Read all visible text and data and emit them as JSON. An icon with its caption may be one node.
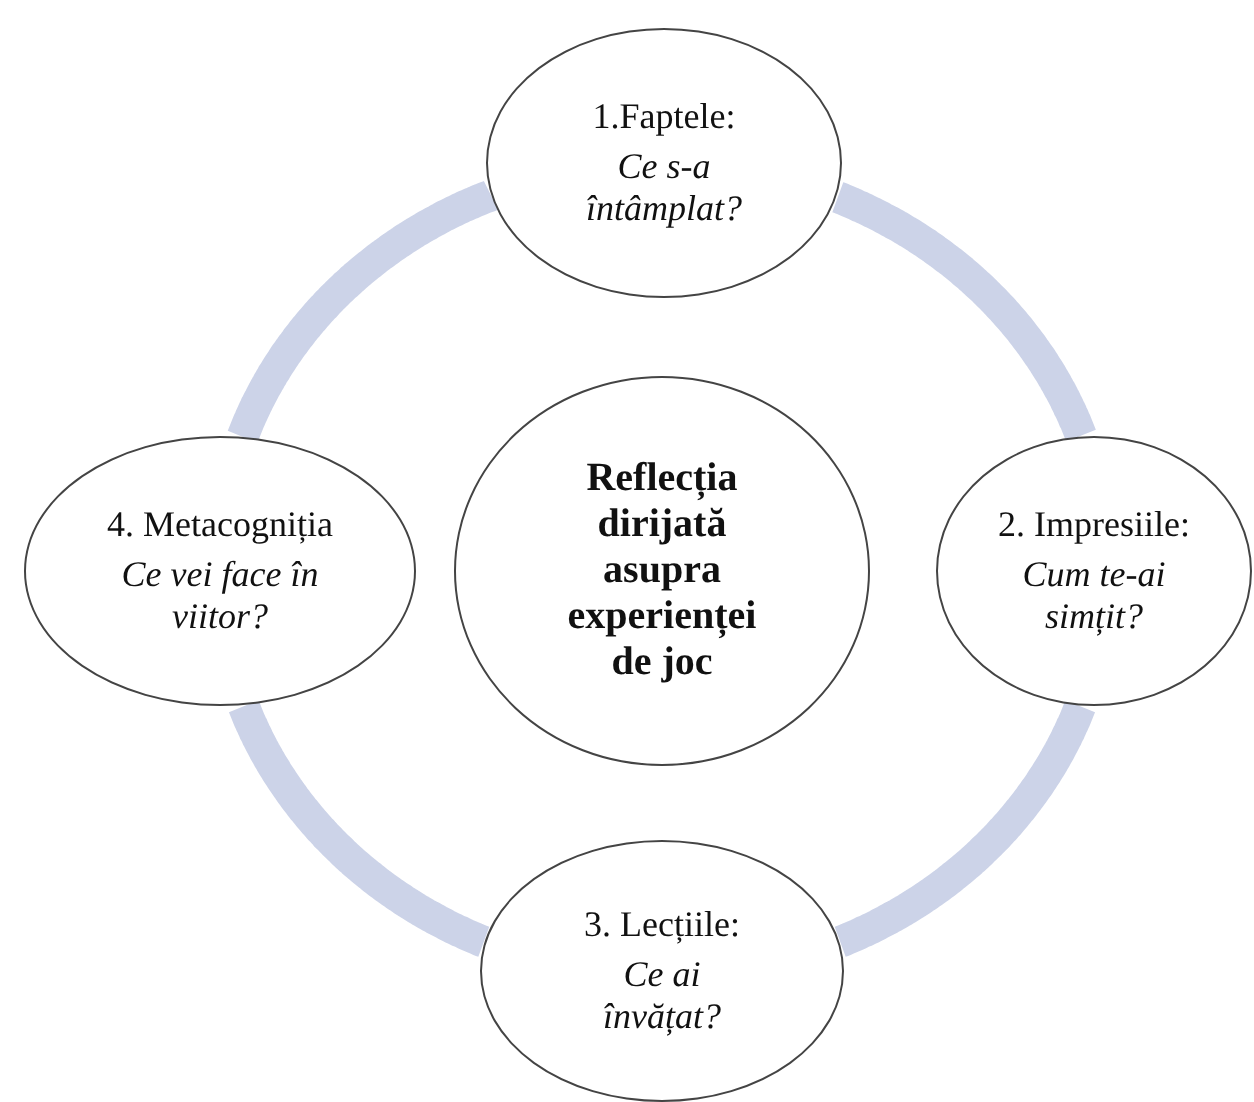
{
  "diagram": {
    "nodes": [
      {
        "text": [
          "1.Faptele:",
          "Ce s-a întâmplat?"
        ]
      },
      {
        "text": [
          "4. Metacogniția",
          "Ce vei face în viitor?"
        ]
      },
      {
        "text": [
          "Reflecția dirijată asupra experienței de joc"
        ]
      },
      {
        "text": [
          "2. Impresiile:",
          "Cum te-ai simțit?"
        ]
      },
      {
        "text": [
          "3. Lecțiile:",
          "Ce ai învățat?"
        ]
      }
    ],
    "edges": [
      {
        "from": 0,
        "to": 3,
        "arrow": "none"
      },
      {
        "from": 3,
        "to": 4,
        "arrow": "none"
      },
      {
        "from": 4,
        "to": 1,
        "arrow": "none"
      },
      {
        "from": 1,
        "to": 0,
        "arrow": "none"
      }
    ]
  }
}
